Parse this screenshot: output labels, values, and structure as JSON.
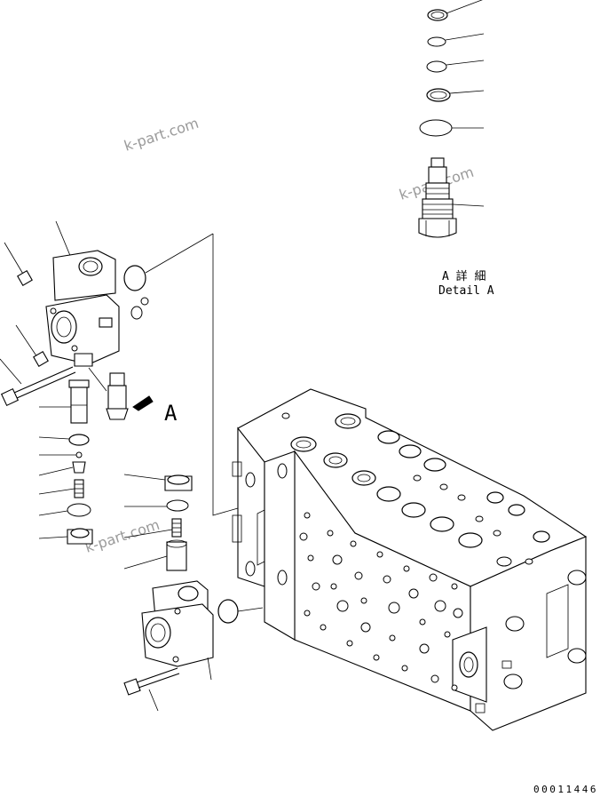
{
  "detail": {
    "title": "A 詳 細",
    "subtitle": "Detail A"
  },
  "view_marker": "A",
  "drawing_number": "00011446",
  "watermark": "k-part.com"
}
